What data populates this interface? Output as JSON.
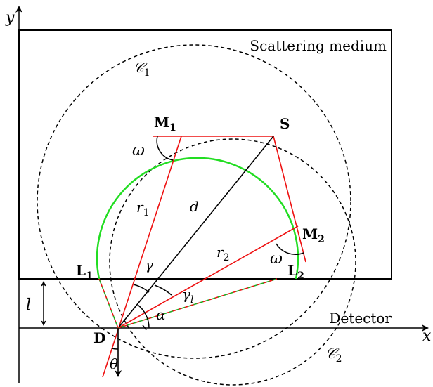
{
  "labels": {
    "y_axis": "y",
    "x_axis": "x",
    "medium": "Scattering medium",
    "detector": "Detector",
    "c1": "𝒞",
    "c1_sub": "1",
    "c2": "𝒞",
    "c2_sub": "2",
    "M1": "M",
    "M1_sub": "1",
    "M2": "M",
    "M2_sub": "2",
    "S": "S",
    "L1": "L",
    "L1_sub": "1",
    "L2": "L",
    "L2_sub": "2",
    "D": "D",
    "omega_1": "ω",
    "omega_2": "ω",
    "r1": "r",
    "r1_sub": "1",
    "r2": "r",
    "r2_sub": "2",
    "d": "d",
    "gamma": "γ",
    "gamma_l": "γ",
    "gamma_l_sub": "l",
    "alpha": "α",
    "theta": "θ",
    "l": "l"
  },
  "colors": {
    "ray": "#ee1111",
    "circle_arc": "#22dd22",
    "dashed_ray_green": "#22aa22",
    "ink": "#000000"
  }
}
